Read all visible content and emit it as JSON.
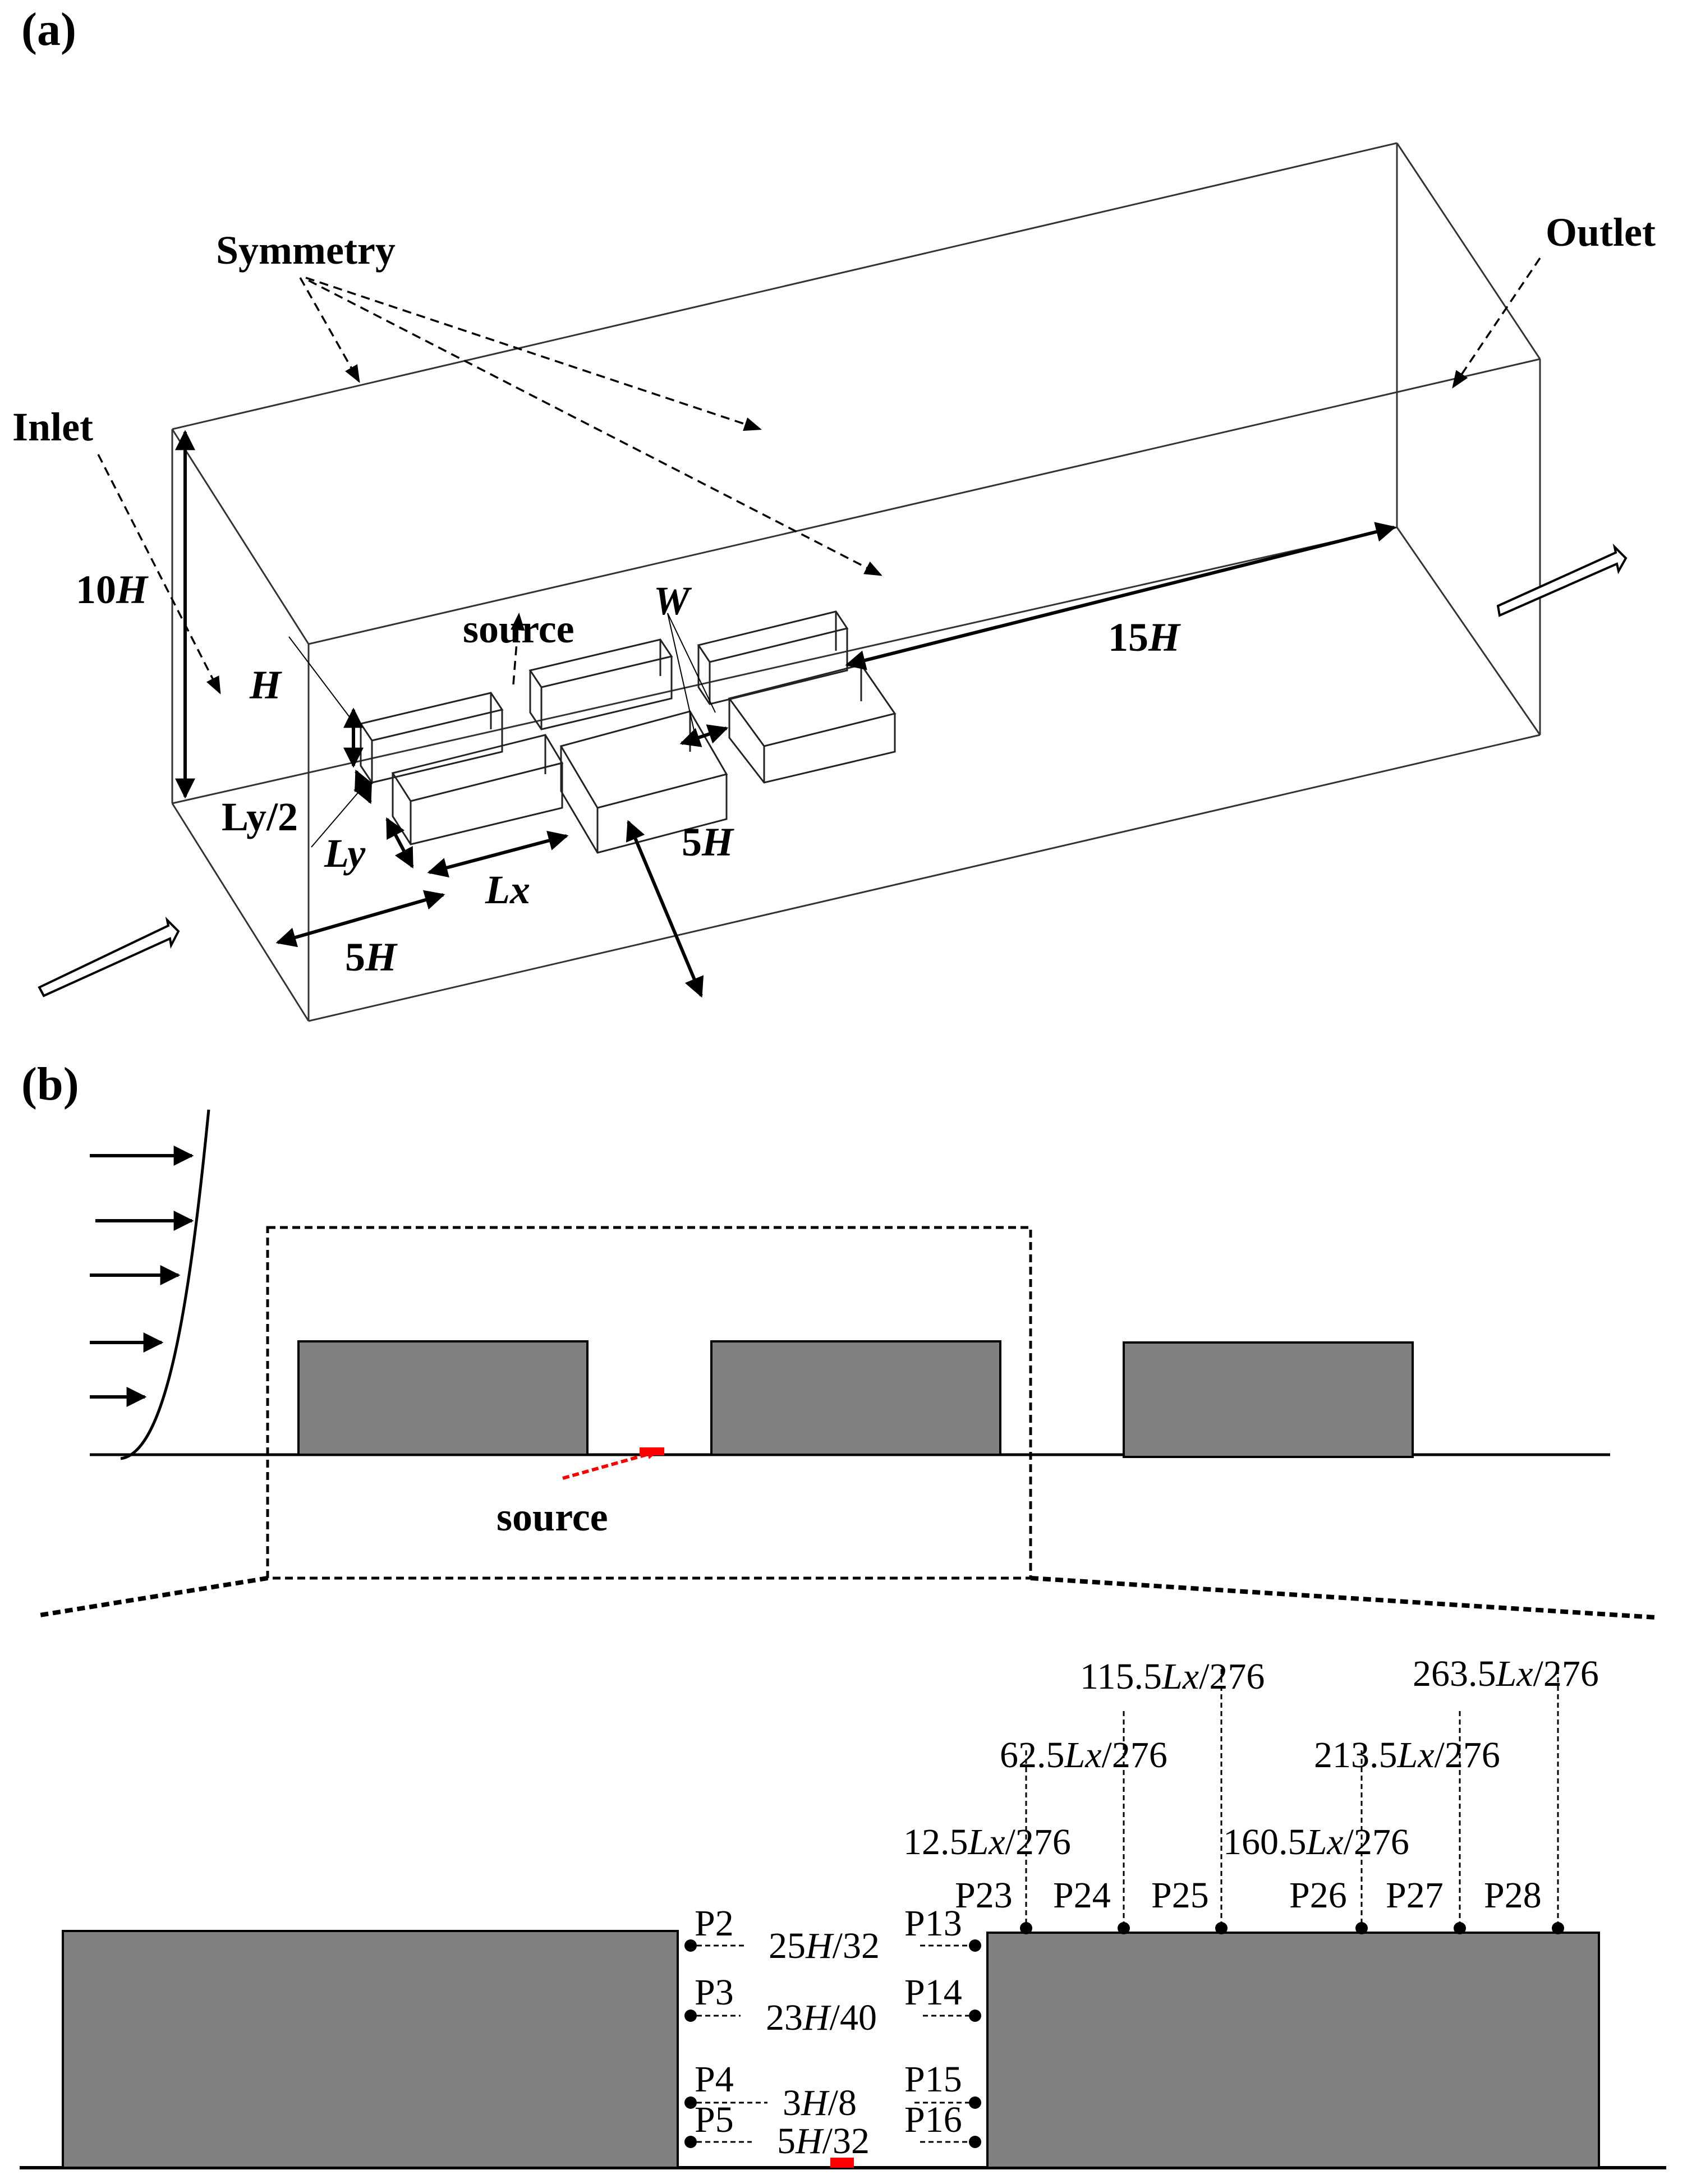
{
  "figure": {
    "panel_a": {
      "label": "(a)",
      "boundaries": {
        "symmetry": "Symmetry",
        "inlet": "Inlet",
        "outlet": "Outlet"
      },
      "dimensions": {
        "height_domain": {
          "num": "10",
          "var": "H"
        },
        "downstream": {
          "num": "15",
          "var": "H"
        },
        "upstream": {
          "num": "5",
          "var": "H"
        },
        "lateral": {
          "num": "5",
          "var": "H"
        },
        "building_height": {
          "num": "",
          "var": "H"
        },
        "spacing": {
          "num": "",
          "var": "W"
        },
        "offset": "Ly/2",
        "depth": {
          "num": "",
          "var": "Ly"
        },
        "length": {
          "num": "",
          "var": "Lx"
        }
      },
      "source_label": "source"
    },
    "panel_b": {
      "label": "(b)",
      "source_label": "source",
      "source_color": "#ff0000",
      "building_color": "#808080",
      "vertical_fractions": [
        {
          "num": "25",
          "var": "H",
          "den": "/32"
        },
        {
          "num": "23",
          "var": "H",
          "den": "/40"
        },
        {
          "num": "3",
          "var": "H",
          "den": "/8"
        },
        {
          "num": "5",
          "var": "H",
          "den": "/32"
        }
      ],
      "left_wall_points": [
        "P2",
        "P3",
        "P4",
        "P5"
      ],
      "right_wall_points": [
        "P13",
        "P14",
        "P15",
        "P16"
      ],
      "roof_points": [
        "P23",
        "P24",
        "P25",
        "P26",
        "P27",
        "P28"
      ],
      "roof_positions": [
        {
          "num": "12.5",
          "var": "Lx",
          "den": "/276"
        },
        {
          "num": "62.5",
          "var": "Lx",
          "den": "/276"
        },
        {
          "num": "115.5",
          "var": "Lx",
          "den": "/276"
        },
        {
          "num": "160.5",
          "var": "Lx",
          "den": "/276"
        },
        {
          "num": "213.5",
          "var": "Lx",
          "den": "/276"
        },
        {
          "num": "263.5",
          "var": "Lx",
          "den": "/276"
        }
      ]
    }
  }
}
